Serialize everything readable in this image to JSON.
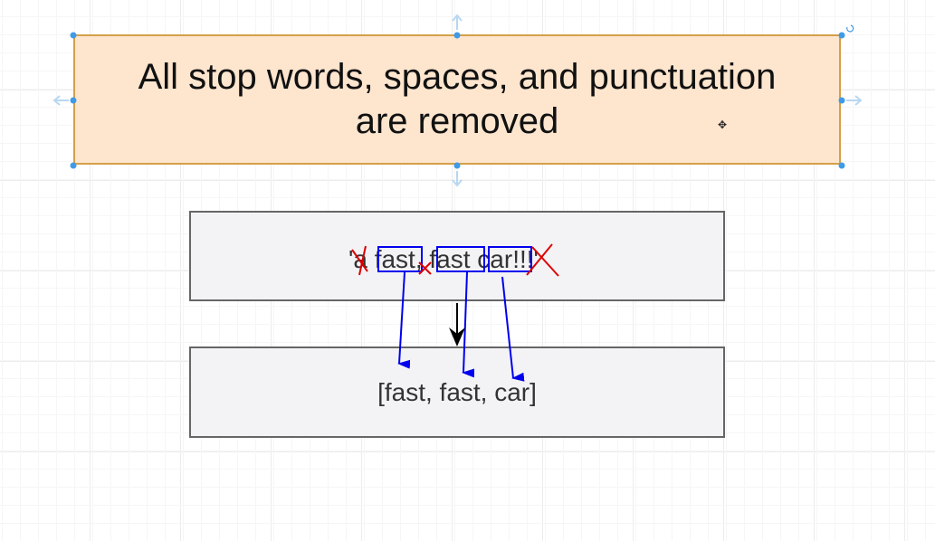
{
  "title": {
    "line1": "All stop words, spaces, and punctuation",
    "line2": "are removed"
  },
  "input_sentence": "'a fast, fast car!!!'",
  "output_list": "[fast, fast, car]",
  "colors": {
    "title_fill": "#fde5ce",
    "title_border": "#d4a048",
    "box_fill": "#f3f3f6",
    "box_border": "#666666",
    "highlight": "#0000ee",
    "strike": "#dd0000",
    "selection_handle": "#3f9ae8"
  }
}
